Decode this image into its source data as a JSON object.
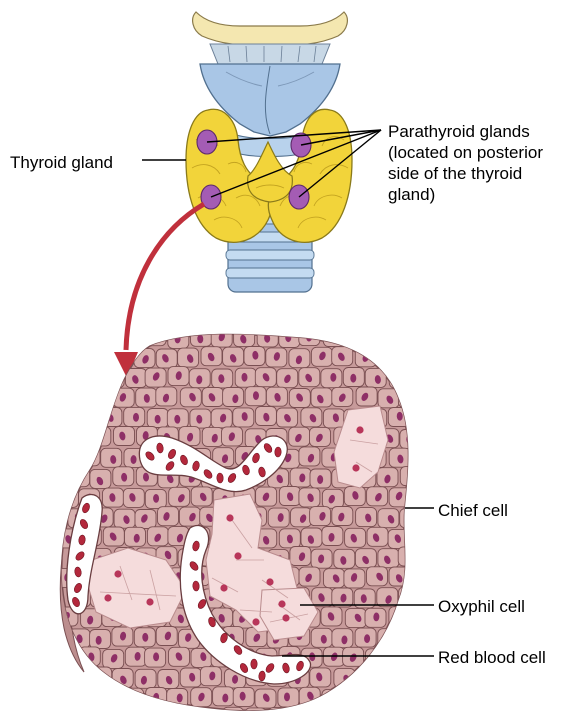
{
  "labels": {
    "thyroid_gland": "Thyroid gland",
    "parathyroid_line1": "Parathyroid glands",
    "parathyroid_line2": "(located on posterior",
    "parathyroid_line3": "side of the thyroid",
    "parathyroid_line4": "gland)",
    "chief_cell": "Chief cell",
    "oxyphil_cell": "Oxyphil cell",
    "red_blood_cell": "Red blood cell"
  },
  "colors": {
    "thyroid_fill": "#f2d43a",
    "thyroid_outline": "#8a7a1a",
    "parathyroid_fill": "#a45cb4",
    "cartilage_fill": "#a9c6e6",
    "hyoid_fill": "#f4e7b0",
    "arrow": "#c0303c",
    "tissue_fill": "#c79a9a",
    "cell_fill": "#d8b0ae",
    "cell_outline": "#7a4f52",
    "nucleus": "#8e2f66",
    "oxyphil_fill": "#f5dcdc",
    "rbc": "#b3283c",
    "vessel_fill": "#ffffff"
  }
}
